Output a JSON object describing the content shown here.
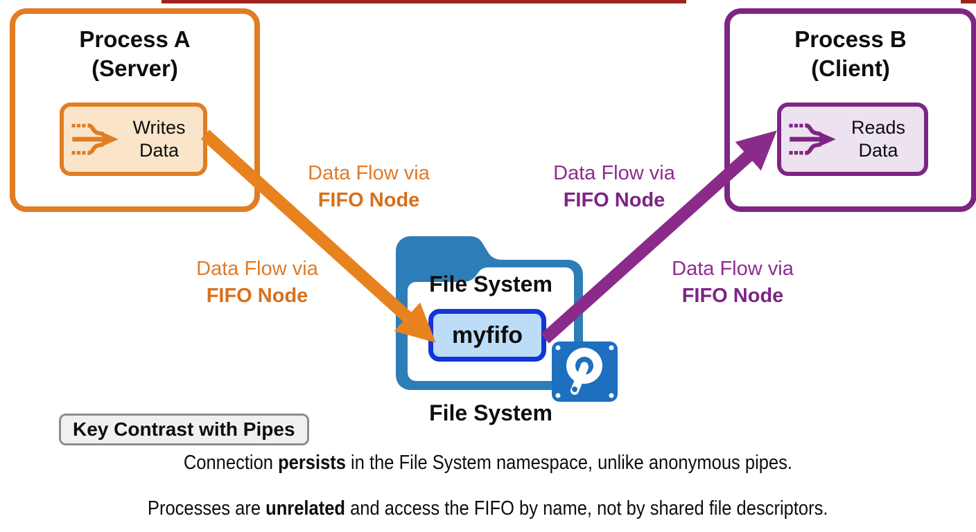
{
  "process_a": {
    "title_line1": "Process A",
    "title_line2": "(Server)",
    "action_line1": "Writes",
    "action_line2": "Data",
    "border_color": "#e17d22",
    "fill_color": "#fae5cb",
    "icon": "merge-arrows-icon"
  },
  "process_b": {
    "title_line1": "Process B",
    "title_line2": "(Client)",
    "action_line1": "Reads",
    "action_line2": "Data",
    "border_color": "#7e2583",
    "fill_color": "#ede2ef",
    "icon": "merge-arrows-icon"
  },
  "flow_labels": {
    "items": [
      {
        "line1": "Data Flow via",
        "line2": "FIFO Node",
        "color": "#e07b28",
        "side": "orange-upper"
      },
      {
        "line1": "Data Flow via",
        "line2": "FIFO Node",
        "color": "#e07b28",
        "side": "orange-lower"
      },
      {
        "line1": "Data Flow via",
        "line2": "FIFO Node",
        "color": "#8e2c90",
        "side": "purple-upper"
      },
      {
        "line1": "Data Flow via",
        "line2": "FIFO Node",
        "color": "#8e2c90",
        "side": "purple-lower"
      }
    ]
  },
  "file_system": {
    "inner_title": "File System",
    "node_name": "myfifo",
    "caption": "File System",
    "folder_color": "#2d7db8",
    "node_border_color": "#1334d6",
    "node_fill_color": "#bcdcf8",
    "disk_color": "#1d6fc0",
    "icons": [
      "folder-icon",
      "hard-disk-icon"
    ]
  },
  "arrows": {
    "orange_color": "#e8821f",
    "purple_color": "#8a2b8c"
  },
  "key_contrast": {
    "label": "Key Contrast with Pipes",
    "fill_color": "#f0f0f0",
    "border_color": "#8c8c8c"
  },
  "notes": [
    {
      "prefix": "Connection ",
      "bold": "persists",
      "suffix": " in the File System namespace, unlike anonymous pipes."
    },
    {
      "prefix": "Processes are ",
      "bold": "unrelated",
      "suffix": " and access the FIFO by name, not by shared file descriptors."
    }
  ],
  "top_banner": {
    "color": "#9e2420"
  }
}
